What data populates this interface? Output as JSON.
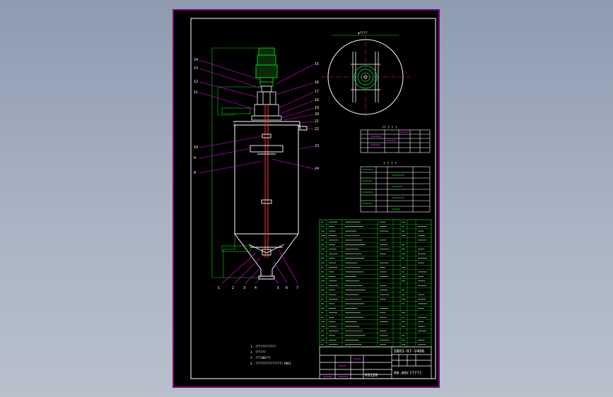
{
  "colors": {
    "background": "#9aa6b8",
    "sheet": "#000000",
    "frame": "#d000d0",
    "green": "#00e000",
    "white": "#ffffff",
    "magenta": "#ff00ff",
    "red": "#ff3030",
    "cyan": "#00c8c8"
  },
  "drawing": {
    "number": "SB03-07-V406",
    "code": "00.00(????)",
    "spec": "VS120",
    "notes": [
      "1. ????????????",
      "2. ??????",
      "3. ???100???",
      "4. ???????????????? M8X1"
    ],
    "balloons_left": [
      "14",
      "13",
      "12",
      "11",
      "10",
      "9",
      "8"
    ],
    "balloons_right": [
      "15",
      "16",
      "17",
      "18",
      "19",
      "20",
      "21",
      "22",
      "23",
      "24"
    ],
    "balloons_bottom": [
      "1",
      "2",
      "3",
      "4",
      "5",
      "6",
      "7"
    ],
    "nozzle_table_title": "?? ? ? ?",
    "tech_table_title": "? ? ? ?",
    "top_view_dim": "φ????"
  }
}
